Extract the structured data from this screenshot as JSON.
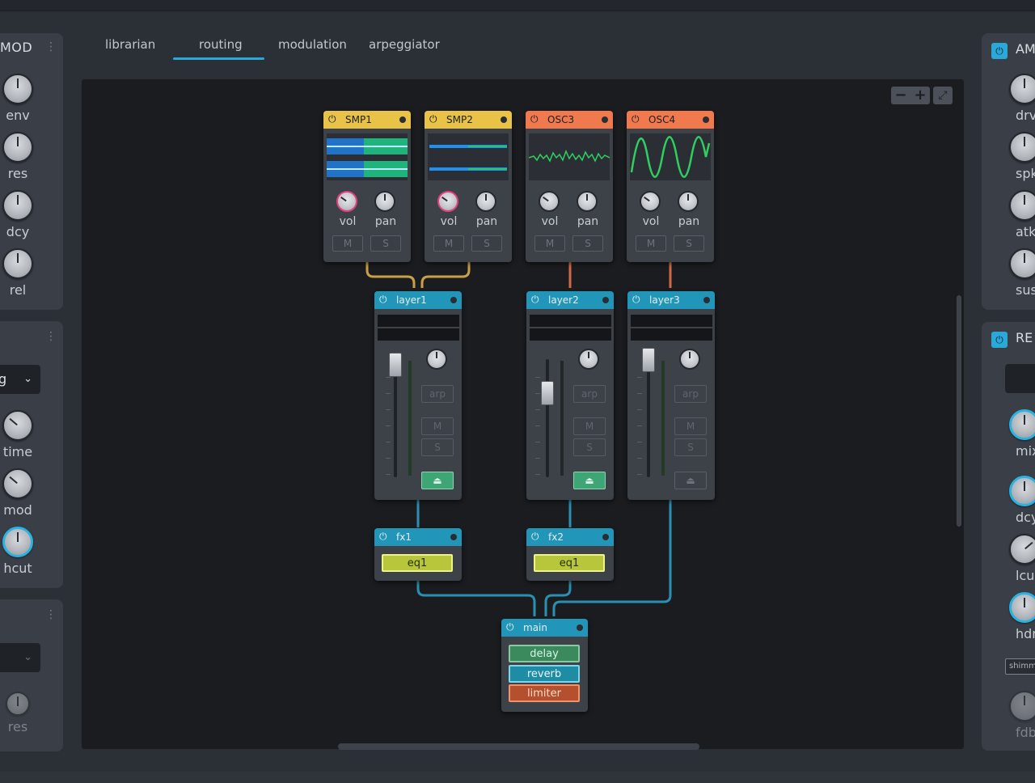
{
  "tabs": [
    {
      "label": "librarian"
    },
    {
      "label": "routing",
      "active": true
    },
    {
      "label": "modulation"
    },
    {
      "label": "arpeggiator"
    }
  ],
  "left": {
    "panel1": {
      "title": "MOD",
      "knobs": [
        "env",
        "res",
        "dcy",
        "rel"
      ]
    },
    "panel2": {
      "dropdown_value": "g",
      "knobs": [
        "time",
        "mod",
        "hcut"
      ]
    },
    "panel3": {
      "dropdown_value": "",
      "knobs": [
        "res"
      ]
    }
  },
  "right": {
    "panel1": {
      "title": "AM",
      "knobs": [
        "drv",
        "spk",
        "atk",
        "sus"
      ]
    },
    "panel2": {
      "title": "RE",
      "knobs": [
        "mix",
        "dcy",
        "lcu",
        "hdm",
        "fdb"
      ],
      "chip": "shimm"
    }
  },
  "zoom": {
    "minus": "−",
    "plus": "+",
    "fit": "⤢"
  },
  "nodes": {
    "smp1": {
      "title": "SMP1",
      "knob1": "vol",
      "knob2": "pan",
      "mute": "M",
      "solo": "S"
    },
    "smp2": {
      "title": "SMP2",
      "knob1": "vol",
      "knob2": "pan",
      "mute": "M",
      "solo": "S"
    },
    "osc3": {
      "title": "OSC3",
      "knob1": "vol",
      "knob2": "pan",
      "mute": "M",
      "solo": "S"
    },
    "osc4": {
      "title": "OSC4",
      "knob1": "vol",
      "knob2": "pan",
      "mute": "M",
      "solo": "S"
    },
    "layer1": {
      "title": "layer1",
      "arp": "arp",
      "mute": "M",
      "solo": "S"
    },
    "layer2": {
      "title": "layer2",
      "arp": "arp",
      "mute": "M",
      "solo": "S"
    },
    "layer3": {
      "title": "layer3",
      "arp": "arp",
      "mute": "M",
      "solo": "S"
    },
    "fx1": {
      "title": "fx1",
      "slot": "eq1"
    },
    "fx2": {
      "title": "fx2",
      "slot": "eq1"
    },
    "main": {
      "title": "main",
      "slots": [
        "delay",
        "reverb",
        "limiter"
      ]
    }
  },
  "colors": {
    "accent": "#2aa9d9",
    "sample_head": "#e8c347",
    "osc_head": "#f07a4e",
    "layer_head": "#2196b8",
    "wire_sample": "#c9a046",
    "wire_osc": "#d06a46",
    "wire_layer": "#2a8fb0"
  }
}
